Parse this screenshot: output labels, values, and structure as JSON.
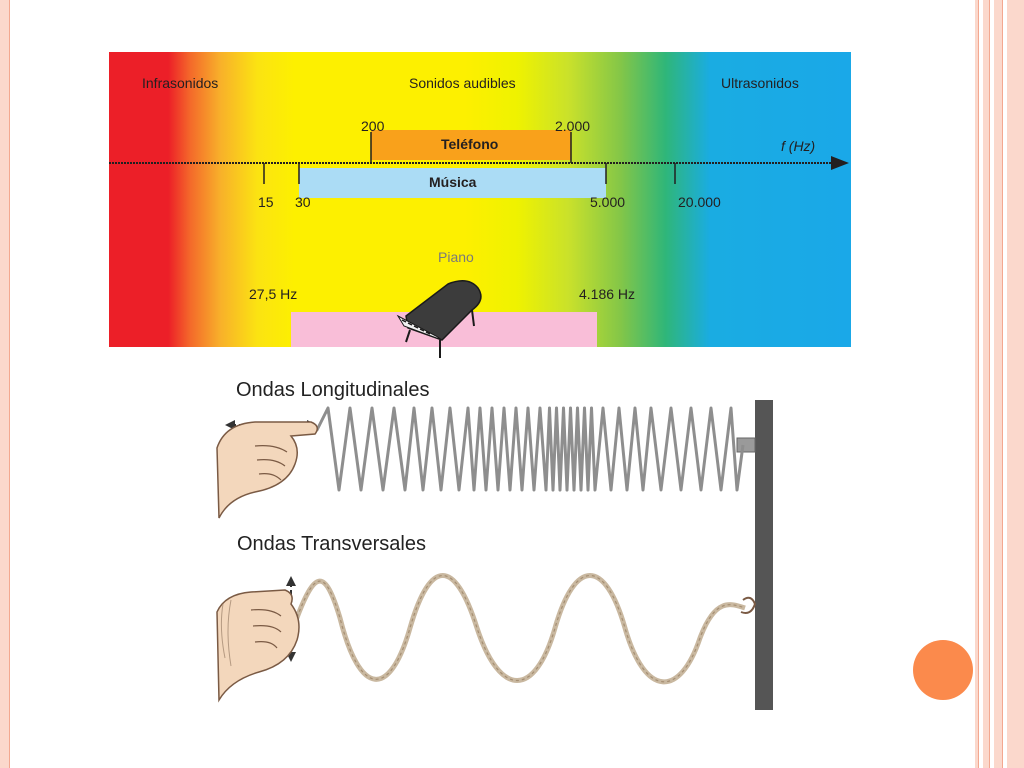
{
  "spectrum": {
    "regions": {
      "infra": "Infrasonidos",
      "audible": "Sonidos audibles",
      "ultra": "Ultrasonidos"
    },
    "axis_label": "f (Hz)",
    "ticks": {
      "t15": "15",
      "t30": "30",
      "t5000": "5.000",
      "t20000": "20.000"
    },
    "telefono": {
      "label": "Teléfono",
      "min": "200",
      "max": "2.000"
    },
    "musica": {
      "label": "Música"
    },
    "piano": {
      "label": "Piano",
      "min": "27,5 Hz",
      "max": "4.186 Hz"
    }
  },
  "waves": {
    "longitudinal_title": "Ondas Longitudinales",
    "transversal_title": "Ondas Transversales"
  },
  "colors": {
    "accent": "#fb8a4c",
    "telefono": "#f9a11b",
    "musica": "#abdcf5",
    "piano": "#f9bed8"
  }
}
